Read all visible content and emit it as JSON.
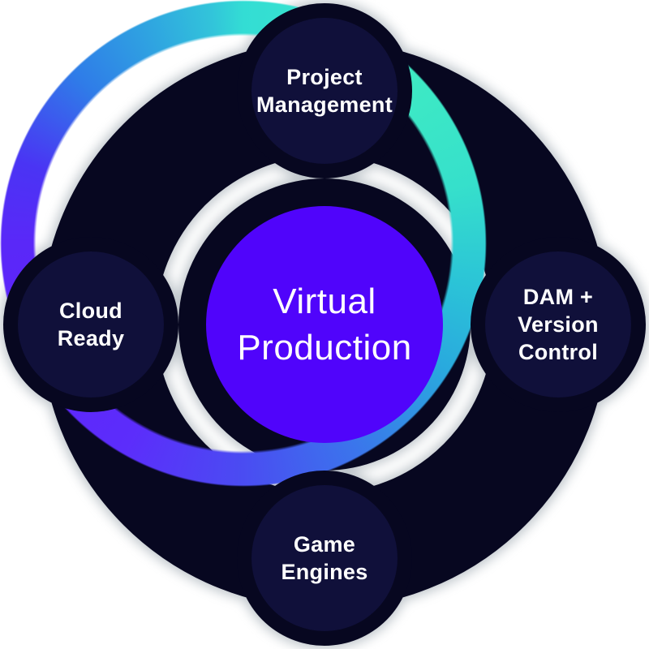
{
  "diagram": {
    "title": "Virtual Production ecosystem diagram",
    "center": {
      "lines": [
        "Virtual",
        "Production"
      ]
    },
    "nodes": {
      "top": {
        "id": "project-management",
        "lines": [
          "Project",
          "Management"
        ]
      },
      "right": {
        "id": "dam-version-control",
        "lines": [
          "DAM +",
          "Version",
          "Control"
        ]
      },
      "bottom": {
        "id": "game-engines",
        "lines": [
          "Game",
          "Engines"
        ]
      },
      "left": {
        "id": "cloud-ready",
        "lines": [
          "Cloud",
          "Ready"
        ]
      }
    },
    "colors": {
      "background": "#ffffff",
      "center_circle": "#5004fb",
      "node_circle": "#10103a",
      "dark_base": "#070720",
      "glow": "#8b97a1",
      "text": "#ffffff",
      "ring_gradient_clockwise_from_top": [
        "#33ddd4",
        "#3eeac4",
        "#2bc4d7",
        "#29a9de",
        "#3b74ec",
        "#4a4cf2",
        "#5c2dfb",
        "#5f23fc",
        "#5a28f8",
        "#4a34f4",
        "#2f7ce8",
        "#2fa8e0"
      ]
    }
  }
}
